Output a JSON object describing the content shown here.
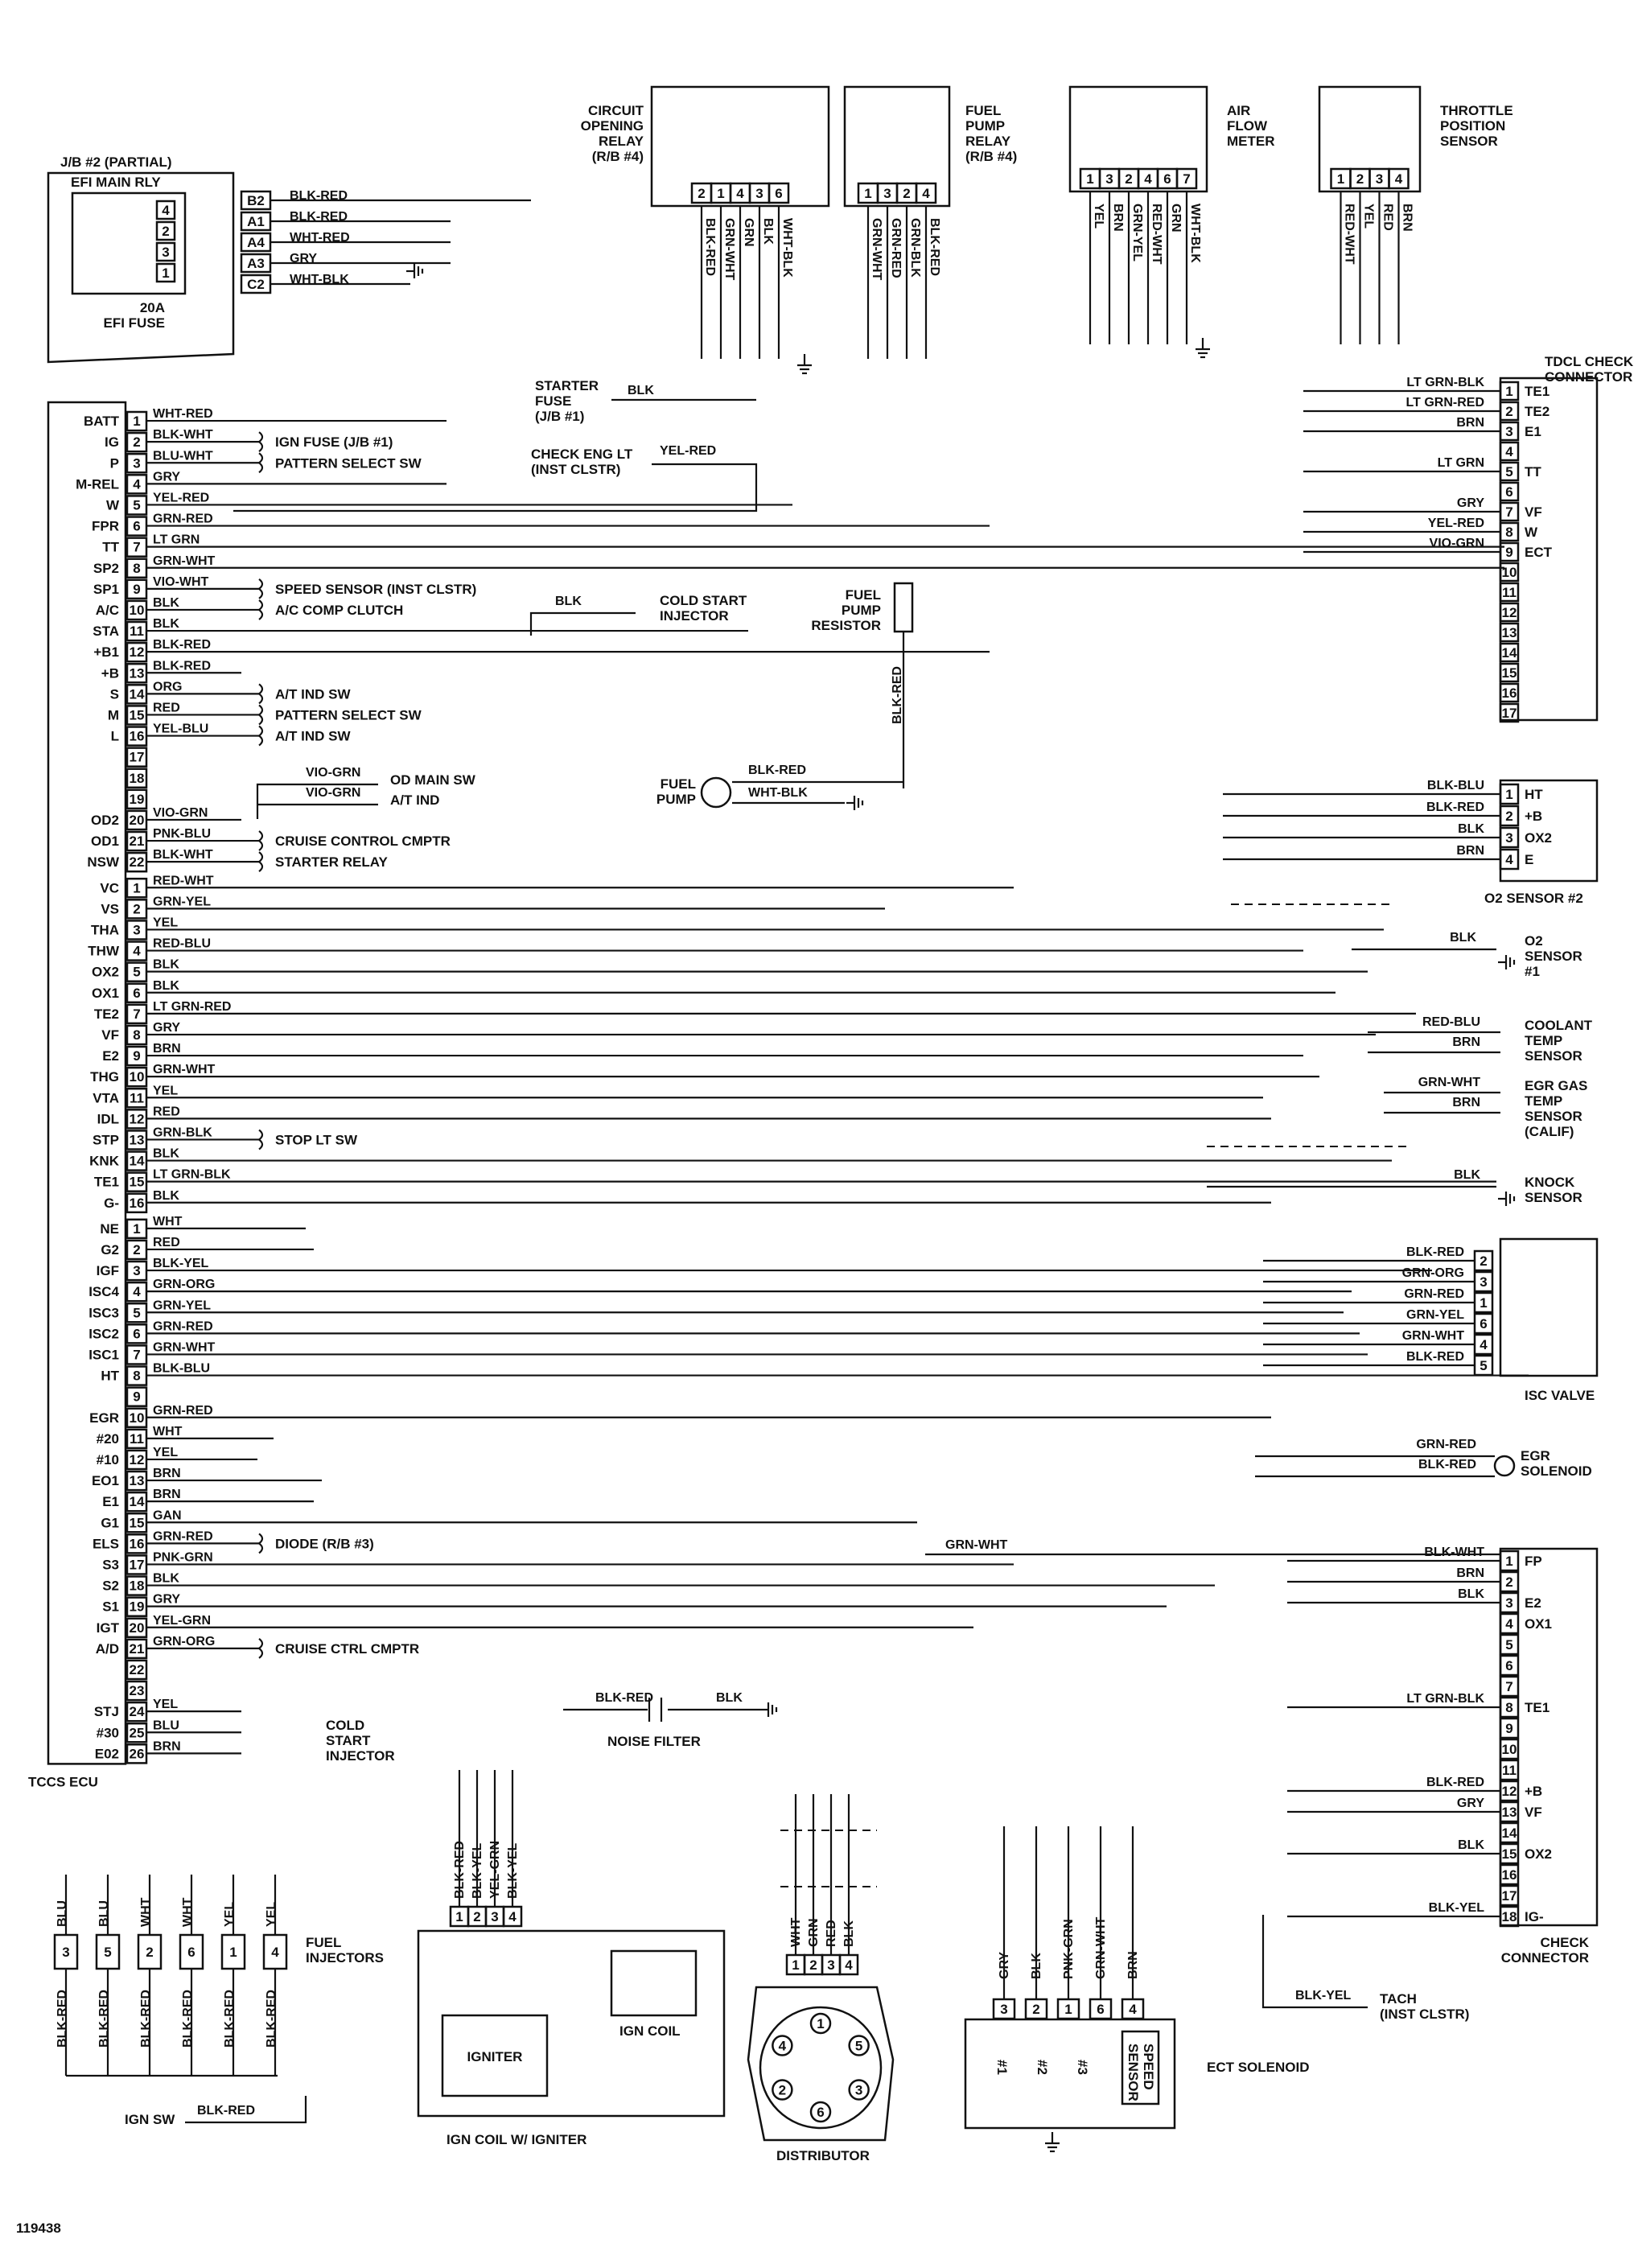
{
  "figure_id": "119438",
  "ecu": {
    "name": "TCCS ECU",
    "connectors": [
      {
        "pins": [
          {
            "label": "BATT",
            "num": "1",
            "wire": "WHT-RED"
          },
          {
            "label": "IG",
            "num": "2",
            "wire": "BLK-WHT",
            "dest": "IGN FUSE (J/B #1)"
          },
          {
            "label": "P",
            "num": "3",
            "wire": "BLU-WHT",
            "dest": "PATTERN SELECT SW"
          },
          {
            "label": "M-REL",
            "num": "4",
            "wire": "GRY"
          },
          {
            "label": "W",
            "num": "5",
            "wire": "YEL-RED"
          },
          {
            "label": "FPR",
            "num": "6",
            "wire": "GRN-RED"
          },
          {
            "label": "TT",
            "num": "7",
            "wire": "LT GRN"
          },
          {
            "label": "SP2",
            "num": "8",
            "wire": "GRN-WHT"
          },
          {
            "label": "SP1",
            "num": "9",
            "wire": "VIO-WHT",
            "dest": "SPEED SENSOR (INST CLSTR)"
          },
          {
            "label": "A/C",
            "num": "10",
            "wire": "BLK",
            "dest": "A/C COMP CLUTCH"
          },
          {
            "label": "STA",
            "num": "11",
            "wire": "BLK"
          },
          {
            "label": "+B1",
            "num": "12",
            "wire": "BLK-RED"
          },
          {
            "label": "+B",
            "num": "13",
            "wire": "BLK-RED"
          },
          {
            "label": "S",
            "num": "14",
            "wire": "ORG",
            "dest": "A/T IND SW"
          },
          {
            "label": "M",
            "num": "15",
            "wire": "RED",
            "dest": "PATTERN SELECT SW"
          },
          {
            "label": "L",
            "num": "16",
            "wire": "YEL-BLU",
            "dest": "A/T IND SW"
          },
          {
            "label": "",
            "num": "17",
            "wire": ""
          },
          {
            "label": "",
            "num": "18",
            "wire": ""
          },
          {
            "label": "",
            "num": "19",
            "wire": ""
          },
          {
            "label": "OD2",
            "num": "20",
            "wire": "VIO-GRN"
          },
          {
            "label": "OD1",
            "num": "21",
            "wire": "PNK-BLU",
            "dest": "CRUISE CONTROL CMPTR"
          },
          {
            "label": "NSW",
            "num": "22",
            "wire": "BLK-WHT",
            "dest": "STARTER RELAY"
          }
        ]
      },
      {
        "pins": [
          {
            "label": "VC",
            "num": "1",
            "wire": "RED-WHT"
          },
          {
            "label": "VS",
            "num": "2",
            "wire": "GRN-YEL"
          },
          {
            "label": "THA",
            "num": "3",
            "wire": "YEL"
          },
          {
            "label": "THW",
            "num": "4",
            "wire": "RED-BLU"
          },
          {
            "label": "OX2",
            "num": "5",
            "wire": "BLK"
          },
          {
            "label": "OX1",
            "num": "6",
            "wire": "BLK"
          },
          {
            "label": "TE2",
            "num": "7",
            "wire": "LT GRN-RED"
          },
          {
            "label": "VF",
            "num": "8",
            "wire": "GRY"
          },
          {
            "label": "E2",
            "num": "9",
            "wire": "BRN"
          },
          {
            "label": "THG",
            "num": "10",
            "wire": "GRN-WHT"
          },
          {
            "label": "VTA",
            "num": "11",
            "wire": "YEL"
          },
          {
            "label": "IDL",
            "num": "12",
            "wire": "RED"
          },
          {
            "label": "STP",
            "num": "13",
            "wire": "GRN-BLK",
            "dest": "STOP LT SW"
          },
          {
            "label": "KNK",
            "num": "14",
            "wire": "BLK"
          },
          {
            "label": "TE1",
            "num": "15",
            "wire": "LT GRN-BLK"
          },
          {
            "label": "G-",
            "num": "16",
            "wire": "BLK"
          }
        ]
      },
      {
        "pins": [
          {
            "label": "NE",
            "num": "1",
            "wire": "WHT"
          },
          {
            "label": "G2",
            "num": "2",
            "wire": "RED"
          },
          {
            "label": "IGF",
            "num": "3",
            "wire": "BLK-YEL"
          },
          {
            "label": "ISC4",
            "num": "4",
            "wire": "GRN-ORG"
          },
          {
            "label": "ISC3",
            "num": "5",
            "wire": "GRN-YEL"
          },
          {
            "label": "ISC2",
            "num": "6",
            "wire": "GRN-RED"
          },
          {
            "label": "ISC1",
            "num": "7",
            "wire": "GRN-WHT"
          },
          {
            "label": "HT",
            "num": "8",
            "wire": "BLK-BLU"
          },
          {
            "label": "",
            "num": "9",
            "wire": ""
          },
          {
            "label": "EGR",
            "num": "10",
            "wire": "GRN-RED"
          },
          {
            "label": "#20",
            "num": "11",
            "wire": "WHT"
          },
          {
            "label": "#10",
            "num": "12",
            "wire": "YEL"
          },
          {
            "label": "EO1",
            "num": "13",
            "wire": "BRN"
          },
          {
            "label": "E1",
            "num": "14",
            "wire": "BRN"
          },
          {
            "label": "G1",
            "num": "15",
            "wire": "GAN"
          },
          {
            "label": "ELS",
            "num": "16",
            "wire": "GRN-RED",
            "dest": "DIODE (R/B #3)"
          },
          {
            "label": "S3",
            "num": "17",
            "wire": "PNK-GRN"
          },
          {
            "label": "S2",
            "num": "18",
            "wire": "BLK"
          },
          {
            "label": "S1",
            "num": "19",
            "wire": "GRY"
          },
          {
            "label": "IGT",
            "num": "20",
            "wire": "YEL-GRN"
          },
          {
            "label": "A/D",
            "num": "21",
            "wire": "GRN-ORG",
            "dest": "CRUISE CTRL CMPTR"
          },
          {
            "label": "",
            "num": "22",
            "wire": ""
          },
          {
            "label": "",
            "num": "23",
            "wire": ""
          },
          {
            "label": "STJ",
            "num": "24",
            "wire": "YEL"
          },
          {
            "label": "#30",
            "num": "25",
            "wire": "BLU"
          },
          {
            "label": "E02",
            "num": "26",
            "wire": "BRN"
          }
        ]
      }
    ],
    "extra_labels": {
      "od_main_sw": "OD MAIN SW",
      "at_ind": "A/T IND",
      "vio_grn": "VIO-GRN",
      "cold_start_injector_top": "COLD START\nINJECTOR",
      "cold_start": "COLD\nSTART\nINJECTOR"
    }
  },
  "jb2": {
    "title": "J/B #2 (PARTIAL)",
    "relay": "EFI MAIN RLY",
    "fuse": "20A\nEFI FUSE",
    "pins": [
      "4",
      "2",
      "3",
      "1"
    ],
    "conn": [
      {
        "num": "B2",
        "wire": "BLK-RED"
      },
      {
        "num": "A1",
        "wire": "BLK-RED"
      },
      {
        "num": "A4",
        "wire": "WHT-RED"
      },
      {
        "num": "A3",
        "wire": "GRY"
      },
      {
        "num": "C2",
        "wire": "WHT-BLK"
      }
    ]
  },
  "top_components": {
    "circuit_opening_relay": {
      "name": "CIRCUIT\nOPENING\nRELAY\n(R/B #4)",
      "pins": [
        "2",
        "1",
        "4",
        "3",
        "6"
      ],
      "wires": [
        "BLK-RED",
        "GRN-WHT",
        "GRN",
        "BLK",
        "WHT-BLK"
      ]
    },
    "fuel_pump_relay": {
      "name": "FUEL\nPUMP\nRELAY\n(R/B #4)",
      "pins": [
        "1",
        "3",
        "2",
        "4"
      ],
      "wires": [
        "GRN-WHT",
        "GRN-RED",
        "GRN-BLK",
        "BLK-RED"
      ]
    },
    "air_flow_meter": {
      "name": "AIR\nFLOW\nMETER",
      "pins": [
        "1",
        "3",
        "2",
        "4",
        "6",
        "7"
      ],
      "wires": [
        "YEL",
        "BRN",
        "GRN-YEL",
        "RED-WHT",
        "GRN",
        "WHT-BLK"
      ]
    },
    "throttle_position_sensor": {
      "name": "THROTTLE\nPOSITION\nSENSOR",
      "pins": [
        "1",
        "2",
        "3",
        "4"
      ],
      "wires": [
        "RED-WHT",
        "YEL",
        "RED",
        "BRN"
      ]
    }
  },
  "mid_labels": {
    "starter_fuse": "STARTER\nFUSE\n(J/B #1)",
    "starter_fuse_wire": "BLK",
    "check_eng_lt": "CHECK ENG LT\n(INST CLSTR)",
    "check_eng_wire": "YEL-RED",
    "cold_start_wire": "BLK",
    "fuel_pump_resistor": "FUEL\nPUMP\nRESISTOR",
    "fpr_wire": "BLK-RED",
    "fuel_pump": "FUEL\nPUMP",
    "fp_wire1": "BLK-RED",
    "fp_wire2": "WHT-BLK"
  },
  "tdcl": {
    "name": "TDCL CHECK\nCONNECTOR",
    "rows": [
      {
        "num": "1",
        "term": "TE1",
        "wire": "LT GRN-BLK"
      },
      {
        "num": "2",
        "term": "TE2",
        "wire": "LT GRN-RED"
      },
      {
        "num": "3",
        "term": "E1",
        "wire": "BRN"
      },
      {
        "num": "4",
        "term": "",
        "wire": ""
      },
      {
        "num": "5",
        "term": "TT",
        "wire": "LT GRN"
      },
      {
        "num": "6",
        "term": "",
        "wire": ""
      },
      {
        "num": "7",
        "term": "VF",
        "wire": "GRY"
      },
      {
        "num": "8",
        "term": "W",
        "wire": "YEL-RED"
      },
      {
        "num": "9",
        "term": "ECT",
        "wire": "VIO-GRN"
      },
      {
        "num": "10",
        "term": "",
        "wire": ""
      },
      {
        "num": "11",
        "term": "",
        "wire": ""
      },
      {
        "num": "12",
        "term": "",
        "wire": ""
      },
      {
        "num": "13",
        "term": "",
        "wire": ""
      },
      {
        "num": "14",
        "term": "",
        "wire": ""
      },
      {
        "num": "15",
        "term": "",
        "wire": ""
      },
      {
        "num": "16",
        "term": "",
        "wire": ""
      },
      {
        "num": "17",
        "term": "",
        "wire": ""
      }
    ]
  },
  "o2_sensor_2": {
    "name": "O2 SENSOR #2",
    "rows": [
      {
        "num": "1",
        "term": "HT",
        "wire": "BLK-BLU"
      },
      {
        "num": "2",
        "term": "+B",
        "wire": "BLK-RED"
      },
      {
        "num": "3",
        "term": "OX2",
        "wire": "BLK"
      },
      {
        "num": "4",
        "term": "E",
        "wire": "BRN"
      }
    ]
  },
  "right_sensors": {
    "o2_1": {
      "name": "O2\nSENSOR\n#1",
      "wire": "BLK"
    },
    "coolant": {
      "name": "COOLANT\nTEMP\nSENSOR",
      "wires": [
        "RED-BLU",
        "BRN"
      ]
    },
    "egr_gas": {
      "name": "EGR GAS\nTEMP\nSENSOR\n(CALIF)",
      "wires": [
        "GRN-WHT",
        "BRN"
      ]
    },
    "knock": {
      "name": "KNOCK\nSENSOR",
      "wire": "BLK"
    }
  },
  "isc_valve": {
    "name": "ISC VALVE",
    "rows": [
      {
        "num": "2",
        "wire": "BLK-RED"
      },
      {
        "num": "3",
        "wire": "GRN-ORG"
      },
      {
        "num": "1",
        "wire": "GRN-RED"
      },
      {
        "num": "6",
        "wire": "GRN-YEL"
      },
      {
        "num": "4",
        "wire": "GRN-WHT"
      },
      {
        "num": "5",
        "wire": "BLK-RED"
      }
    ]
  },
  "egr_solenoid": {
    "name": "EGR\nSOLENOID",
    "wires": [
      "GRN-RED",
      "BLK-RED"
    ]
  },
  "check_connector": {
    "name": "CHECK\nCONNECTOR",
    "rows": [
      {
        "num": "1",
        "term": "FP",
        "wire": "BLK-WHT"
      },
      {
        "num": "2",
        "term": "",
        "wire": "BRN"
      },
      {
        "num": "3",
        "term": "E2",
        "wire": "BLK"
      },
      {
        "num": "4",
        "term": "OX1",
        "wire": ""
      },
      {
        "num": "5",
        "term": "",
        "wire": ""
      },
      {
        "num": "6",
        "term": "",
        "wire": ""
      },
      {
        "num": "7",
        "term": "",
        "wire": ""
      },
      {
        "num": "8",
        "term": "TE1",
        "wire": "LT GRN-BLK"
      },
      {
        "num": "9",
        "term": "",
        "wire": ""
      },
      {
        "num": "10",
        "term": "",
        "wire": ""
      },
      {
        "num": "11",
        "term": "",
        "wire": ""
      },
      {
        "num": "12",
        "term": "+B",
        "wire": "BLK-RED"
      },
      {
        "num": "13",
        "term": "VF",
        "wire": "GRY"
      },
      {
        "num": "14",
        "term": "",
        "wire": ""
      },
      {
        "num": "15",
        "term": "OX2",
        "wire": "BLK"
      },
      {
        "num": "16",
        "term": "",
        "wire": ""
      },
      {
        "num": "17",
        "term": "",
        "wire": ""
      },
      {
        "num": "18",
        "term": "IG-",
        "wire": "BLK-YEL"
      }
    ]
  },
  "bottom": {
    "grn_wht": "GRN-WHT",
    "noise_filter": "NOISE FILTER",
    "nf_wire1": "BLK-RED",
    "nf_wire2": "BLK",
    "ign_coil_wires": [
      "BLK-RED",
      "BLK-YEL",
      "YEL-GRN",
      "BLK-YEL"
    ],
    "ign_coil_pins": [
      "1",
      "2",
      "3",
      "4"
    ],
    "igniter": "IGNITER",
    "ign_coil": "IGN COIL",
    "ign_coil_w_igniter": "IGN COIL W/ IGNITER",
    "distributor": "DISTRIBUTOR",
    "dist_wires": [
      "WHT",
      "GRN",
      "RED",
      "BLK"
    ],
    "dist_pins": [
      "1",
      "2",
      "3",
      "4"
    ],
    "dist_cyl": [
      "1",
      "5",
      "3",
      "6",
      "2",
      "4"
    ],
    "ect_wires": [
      "GRY",
      "BLK",
      "PNK-GRN",
      "GRN-WHT",
      "BRN"
    ],
    "ect_pins": [
      "3",
      "2",
      "1",
      "6",
      "4"
    ],
    "ect_solenoid": "ECT SOLENOID",
    "speed_sensor": "SPEED\nSENSOR",
    "ect_coils": [
      "#1",
      "#2",
      "#3"
    ],
    "tach": "TACH\n(INST CLSTR)",
    "tach_wire": "BLK-YEL",
    "injector_wires_top": [
      "BLU",
      "BLU",
      "WHT",
      "WHT",
      "YEL",
      "YEL"
    ],
    "injector_nums": [
      "3",
      "5",
      "2",
      "6",
      "1",
      "4"
    ],
    "injector_wires_bottom": [
      "BLK-RED",
      "BLK-RED",
      "BLK-RED",
      "BLK-RED",
      "BLK-RED",
      "BLK-RED"
    ],
    "fuel_injectors": "FUEL\nINJECTORS",
    "ign_sw": "IGN SW",
    "ign_sw_wire": "BLK-RED"
  }
}
